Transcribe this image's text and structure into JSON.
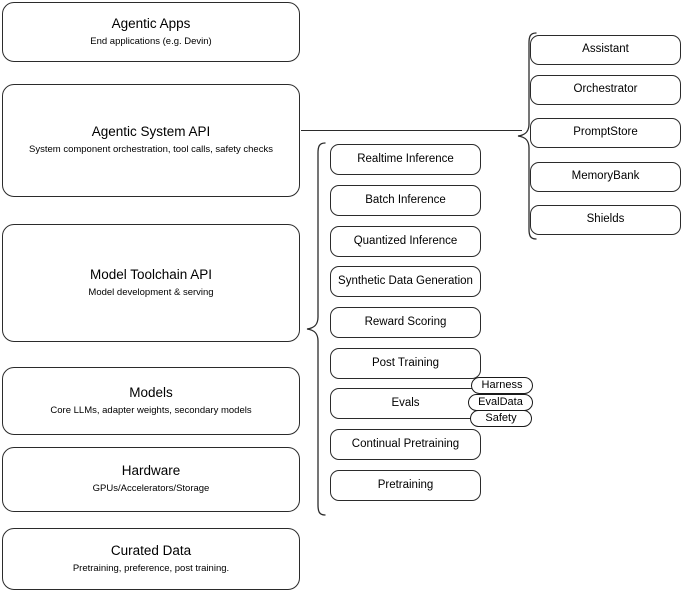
{
  "diagram": {
    "title": "AI Stack Layers Diagram",
    "stroke_color": "#2b2b2b",
    "background_color": "#ffffff",
    "text_color": "#000000"
  },
  "layers": [
    {
      "id": "agentic-apps",
      "title": "Agentic Apps",
      "subtitle": "End applications (e.g. Devin)"
    },
    {
      "id": "agentic-system-api",
      "title": "Agentic System API",
      "subtitle": "System component orchestration, tool calls, safety checks"
    },
    {
      "id": "model-toolchain-api",
      "title": "Model Toolchain API",
      "subtitle": "Model development & serving"
    },
    {
      "id": "models",
      "title": "Models",
      "subtitle": "Core LLMs, adapter weights, secondary models"
    },
    {
      "id": "hardware",
      "title": "Hardware",
      "subtitle": "GPUs/Accelerators/Storage"
    },
    {
      "id": "curated-data",
      "title": "Curated Data",
      "subtitle": "Pretraining, preference, post training."
    }
  ],
  "toolchain_capabilities": [
    {
      "id": "realtime-inference",
      "label": "Realtime Inference"
    },
    {
      "id": "batch-inference",
      "label": "Batch Inference"
    },
    {
      "id": "quantized-inference",
      "label": "Quantized Inference"
    },
    {
      "id": "synthetic-data-generation",
      "label": "Synthetic Data Generation"
    },
    {
      "id": "reward-scoring",
      "label": "Reward Scoring"
    },
    {
      "id": "post-training",
      "label": "Post Training"
    },
    {
      "id": "evals",
      "label": "Evals"
    },
    {
      "id": "continual-pretraining",
      "label": "Continual Pretraining"
    },
    {
      "id": "pretraining",
      "label": "Pretraining"
    }
  ],
  "evals_tags": [
    {
      "id": "harness",
      "label": "Harness"
    },
    {
      "id": "evaldata",
      "label": "EvalData"
    },
    {
      "id": "safety",
      "label": "Safety"
    }
  ],
  "system_components": [
    {
      "id": "assistant",
      "label": "Assistant"
    },
    {
      "id": "orchestrator",
      "label": "Orchestrator"
    },
    {
      "id": "promptstore",
      "label": "PromptStore"
    },
    {
      "id": "memorybank",
      "label": "MemoryBank"
    },
    {
      "id": "shields",
      "label": "Shields"
    }
  ]
}
